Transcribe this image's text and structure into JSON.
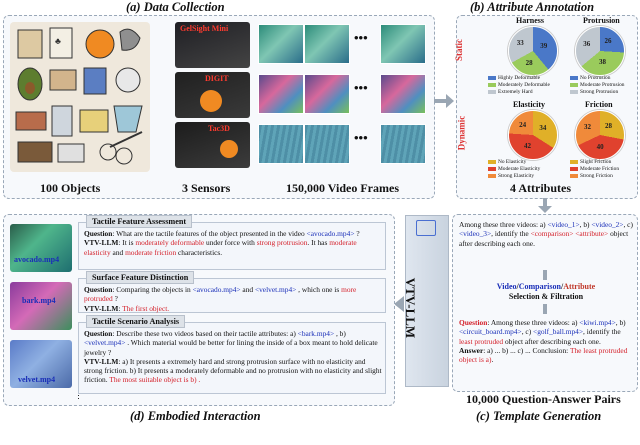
{
  "titles": {
    "a": "(a) Data Collection",
    "b": "(b) Attribute Annotation",
    "c": "(c) Template Generation",
    "d": "(d) Embodied Interaction"
  },
  "captions": {
    "objects": "100 Objects",
    "sensors": "3 Sensors",
    "frames": "150,000 Video Frames",
    "attributes": "4 Attributes",
    "qa": "10,000 Question-Answer Pairs"
  },
  "sensors": [
    "GelSight Mini",
    "DIGIT",
    "Tac3D"
  ],
  "ellipsis": "•••",
  "attr": {
    "static": "Static",
    "dynamic": "Dynamic",
    "pies": [
      {
        "title": "Harness",
        "values": [
          39,
          28,
          33
        ],
        "colors": [
          "#4a78c8",
          "#9acb5c",
          "#bfc7cf"
        ],
        "legend": [
          "Highly Deformable",
          "Moderately Deformable",
          "Extremely Hard"
        ]
      },
      {
        "title": "Protrusion",
        "values": [
          26,
          38,
          36
        ],
        "colors": [
          "#4a78c8",
          "#9acb5c",
          "#bfc7cf"
        ],
        "legend": [
          "No Protrusion",
          "Moderate Protrusion",
          "Strong Protrusion"
        ]
      },
      {
        "title": "Elasticity",
        "values": [
          34,
          42,
          24
        ],
        "colors": [
          "#e0b028",
          "#e0422e",
          "#f08a3a"
        ],
        "legend": [
          "No Elasticity",
          "Moderate Elasticity",
          "Strong Elasticity"
        ]
      },
      {
        "title": "Friction",
        "values": [
          28,
          40,
          32
        ],
        "colors": [
          "#e0b028",
          "#e0422e",
          "#f08a3a"
        ],
        "legend": [
          "Slight Friction",
          "Moderate Friction",
          "Strong Friction"
        ]
      }
    ]
  },
  "template": {
    "prompt_parts": [
      "Among these three videos: a) ",
      "<video_1>",
      ", b) ",
      "<video_2>",
      ", c) ",
      "<video_3>",
      ", identify the ",
      "<comparison>",
      " ",
      "<attribute>",
      " object after describing each one."
    ],
    "mid_title_a": "Video",
    "mid_sep": "/",
    "mid_title_b": "Comparison",
    "mid_title_c": "Attribute",
    "mid_sub": "Selection & Filtration",
    "q_label": "Question",
    "q_parts": [
      ": Among these three videos: a) ",
      "<kiwi.mp4>",
      ", b) ",
      "<circuit_board.mp4>",
      ", c) ",
      "<golf_ball.mp4>",
      ", identify the ",
      "least protruded",
      " object after describing each one."
    ],
    "a_label": "Answer",
    "a_parts": [
      ": a) ... b) ... c) ... Conclusion: ",
      "The least protruded object is a)",
      "."
    ]
  },
  "vtv": "VTV-LLM",
  "embodied": {
    "videos": [
      "avocado.mp4",
      "bark.mp4",
      "velvet.mp4"
    ],
    "blocks": [
      {
        "header": "Tactile Feature Assessment",
        "q": [
          "Question",
          ": What are the tactile features of the object presented in the video ",
          "<avocado.mp4>",
          " ?"
        ],
        "a": [
          "VTV-LLM",
          ": It is ",
          "moderately deformable",
          " under force with ",
          "strong protrusion",
          ". It has ",
          "moderate elasticity",
          " and ",
          "moderate friction",
          " characteristics."
        ]
      },
      {
        "header": "Surface Feature Distinction",
        "q": [
          "Question",
          ": Comparing the objects in ",
          "<avocado.mp4>",
          " and ",
          "<velvet.mp4>",
          " , which one is ",
          "more protruded",
          " ?"
        ],
        "a": [
          "VTV-LLM",
          ": ",
          "The first object."
        ]
      },
      {
        "header": "Tactile Scenario Analysis",
        "q": [
          "Question",
          ": Describe these two videos based on their tactile attributes: a) ",
          "<bark.mp4>",
          " , b) ",
          "<velvet.mp4>",
          " . Which material would be better for lining the inside of a box meant to hold delicate jewelry ?"
        ],
        "a": [
          "VTV-LLM",
          ": a) It presents a extremely hard and strong protrusion surface with no elasticity and strong friction. b) It presents a moderately deformable and no protrusion with no elasticity and slight friction. ",
          "The most suitable object is b) ."
        ]
      }
    ]
  }
}
